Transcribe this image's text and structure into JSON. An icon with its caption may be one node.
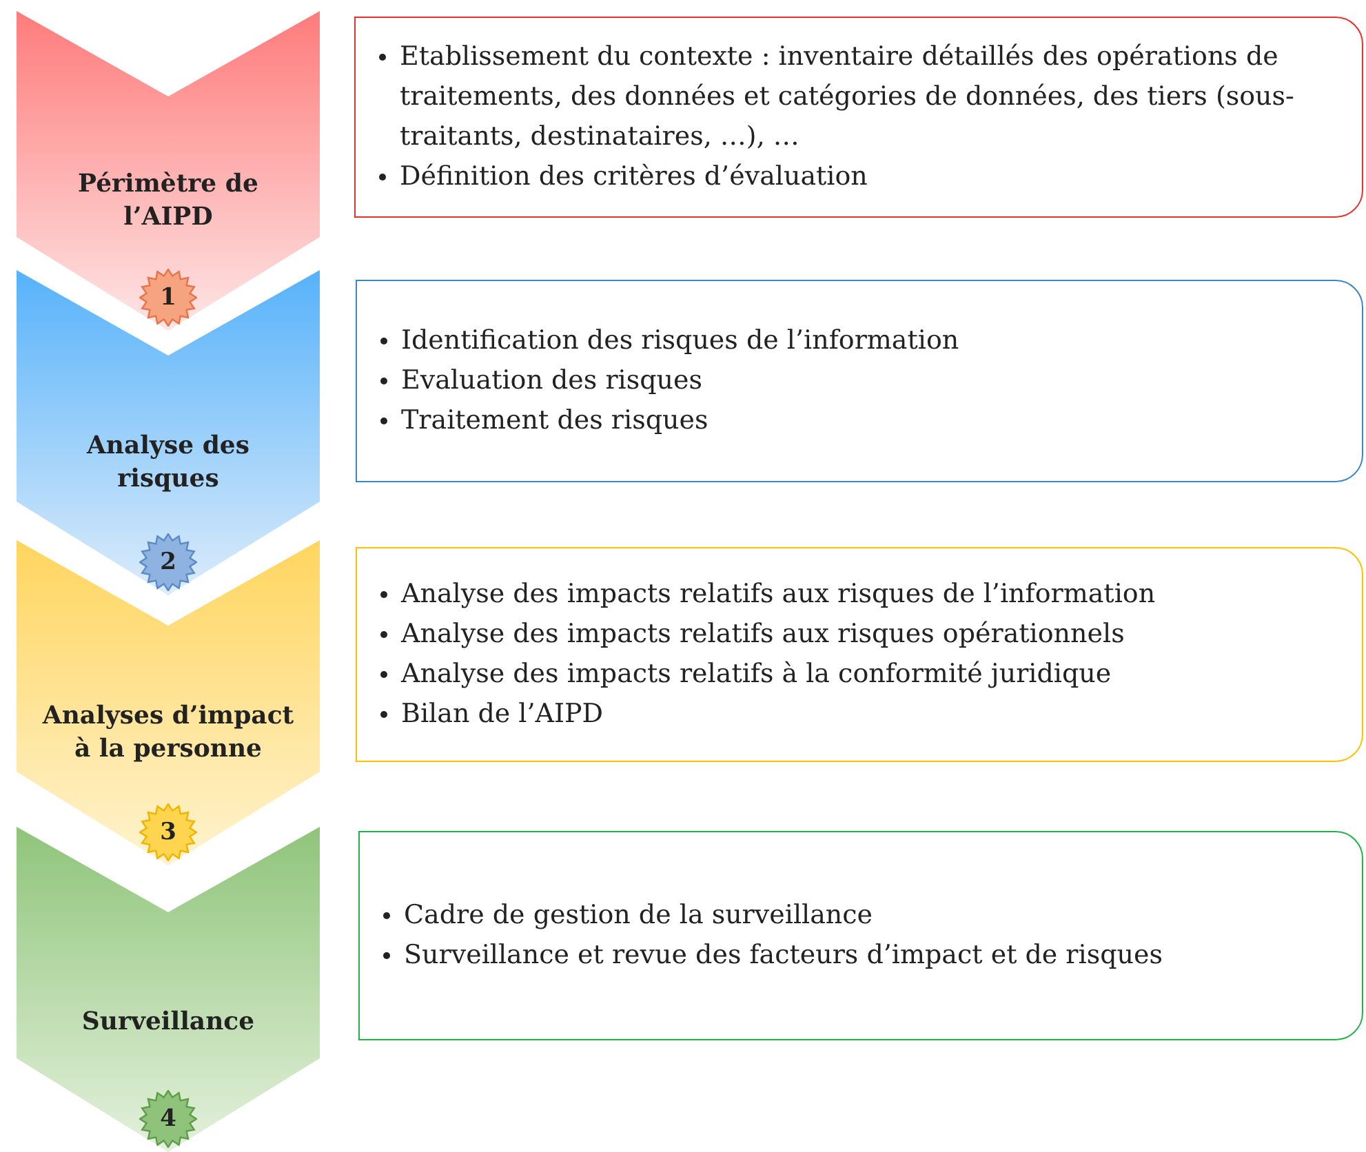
{
  "diagram": {
    "nodes": [
      {
        "text": [
          "Périmètre de l’AIPD"
        ]
      },
      {
        "text": [
          "1"
        ],
        "in": 0
      },
      {
        "text": [
          "Etablissement du contexte : inventaire détaillés des opérations de traitements, des données et catégories de données, des tiers (sous-traitants, destinataires, …), …",
          "Définition des critères d’évaluation"
        ]
      },
      {
        "text": [
          "Analyse des risques"
        ]
      },
      {
        "text": [
          "2"
        ],
        "in": 3
      },
      {
        "text": [
          "Identification des risques de l’information",
          "Evaluation des risques",
          "Traitement des risques"
        ]
      },
      {
        "text": [
          "Analyses d’impact à la personne"
        ]
      },
      {
        "text": [
          "3"
        ],
        "in": 6
      },
      {
        "text": [
          "Analyse des impacts relatifs aux risques de l’information",
          "Analyse des impacts relatifs aux risques opérationnels",
          "Analyse des impacts relatifs à la conformité juridique",
          "Bilan de l’AIPD"
        ]
      },
      {
        "text": [
          "Surveillance"
        ]
      },
      {
        "text": [
          "4"
        ],
        "in": 9
      },
      {
        "text": [
          "Cadre de gestion de la surveillance",
          "Surveillance et revue des facteurs d’impact et de risques"
        ]
      }
    ]
  }
}
